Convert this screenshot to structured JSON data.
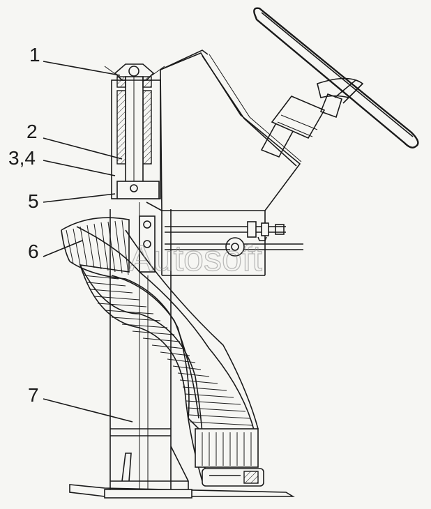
{
  "callouts": [
    {
      "label": "1"
    },
    {
      "label": "2"
    },
    {
      "label": "3,4"
    },
    {
      "label": "5"
    },
    {
      "label": "6"
    },
    {
      "label": "7"
    }
  ],
  "watermark": "Autosoft"
}
